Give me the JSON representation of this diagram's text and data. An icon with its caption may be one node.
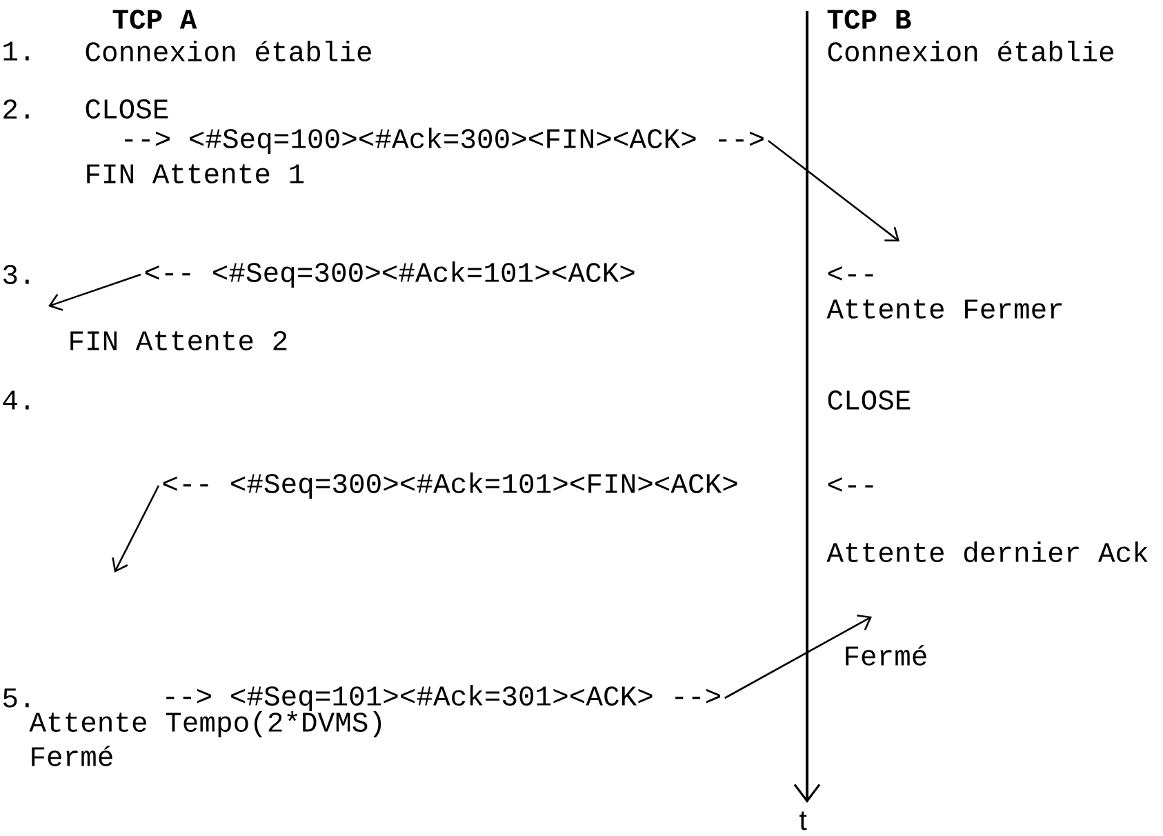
{
  "diagram": {
    "nodes": [
      {
        "text": [
          "--> <#Seq=100><#Ack=300><FIN><ACK> -->"
        ]
      },
      {
        "text": [
          "<-- <#Seq=300><#Ack=101><ACK>"
        ]
      },
      {
        "text": [
          "<-- <#Seq=300><#Ack=101><FIN><ACK>"
        ]
      },
      {
        "text": [
          "--> <#Seq=101><#Ack=301><ACK> -->"
        ]
      }
    ],
    "edges": [
      {
        "from": 0,
        "to": null,
        "arrow": "to"
      },
      {
        "from": 1,
        "to": null,
        "arrow": "to"
      },
      {
        "from": 2,
        "to": null,
        "arrow": "to"
      },
      {
        "from": 3,
        "to": null,
        "arrow": "to"
      }
    ],
    "labels": [
      "TCP A",
      "TCP B",
      "1.",
      "Connexion établie",
      "Connexion établie",
      "2.",
      "CLOSE",
      "FIN Attente 1",
      "3.",
      "<--",
      "Attente Fermer",
      "FIN Attente 2",
      "4.",
      "CLOSE",
      "<--",
      "Attente dernier Ack",
      "Fermé",
      "5.",
      "Attente Tempo(2*DVMS)",
      "Fermé",
      "t"
    ]
  }
}
